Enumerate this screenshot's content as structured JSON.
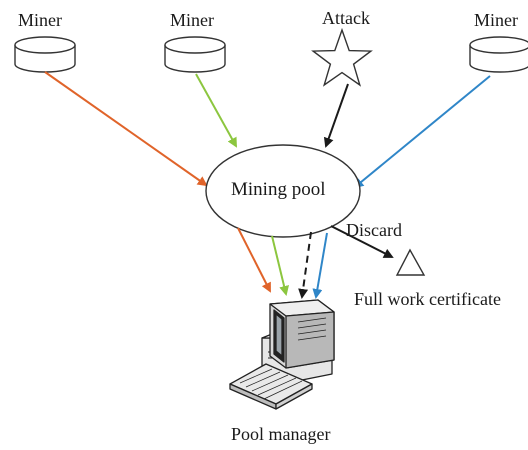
{
  "nodes": {
    "miner_1": "Miner",
    "miner_2": "Miner",
    "attack": "Attack",
    "miner_3": "Miner",
    "mining_pool": "Mining pool",
    "discard": "Discard",
    "full_work_certificate": "Full work certificate",
    "pool_manager": "Pool manager"
  },
  "colors": {
    "miner_1_arrow": "#e0642a",
    "miner_2_arrow": "#8cc63f",
    "attack_arrow": "#1a1a1a",
    "miner_3_arrow": "#2f86c8",
    "outline": "#333333"
  },
  "icons": [
    "cylinder-icon",
    "star-icon",
    "triangle-icon",
    "computer-icon"
  ]
}
